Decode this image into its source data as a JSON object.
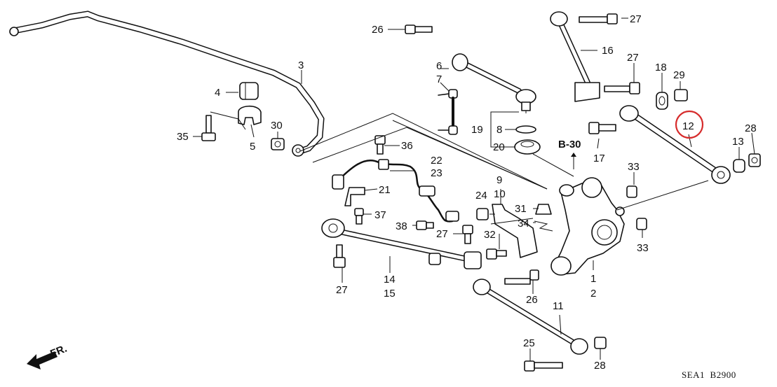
{
  "callouts": {
    "c1": "1",
    "c2": "2",
    "c3": "3",
    "c4": "4",
    "c5": "5",
    "c6": "6",
    "c7": "7",
    "c8": "8",
    "c9": "9",
    "c10": "10",
    "c11": "11",
    "c12": "12",
    "c13": "13",
    "c14": "14",
    "c15": "15",
    "c16": "16",
    "c17": "17",
    "c18": "18",
    "c19": "19",
    "c20": "20",
    "c21": "21",
    "c22": "22",
    "c23": "23",
    "c24": "24",
    "c25": "25",
    "c26a": "26",
    "c26b": "26",
    "c27a": "27",
    "c27b": "27",
    "c27c": "27",
    "c27d": "27",
    "c28a": "28",
    "c28b": "28",
    "c29": "29",
    "c30": "30",
    "c31": "31",
    "c32": "32",
    "c33a": "33",
    "c33b": "33",
    "c34": "34",
    "c35": "35",
    "c36": "36",
    "c37": "37",
    "c38": "38"
  },
  "reference": "B-30",
  "front_marker": "FR.",
  "diagram_code": "SEA1  B2900",
  "highlight": {
    "part": "12",
    "color": "#d62b2b"
  }
}
